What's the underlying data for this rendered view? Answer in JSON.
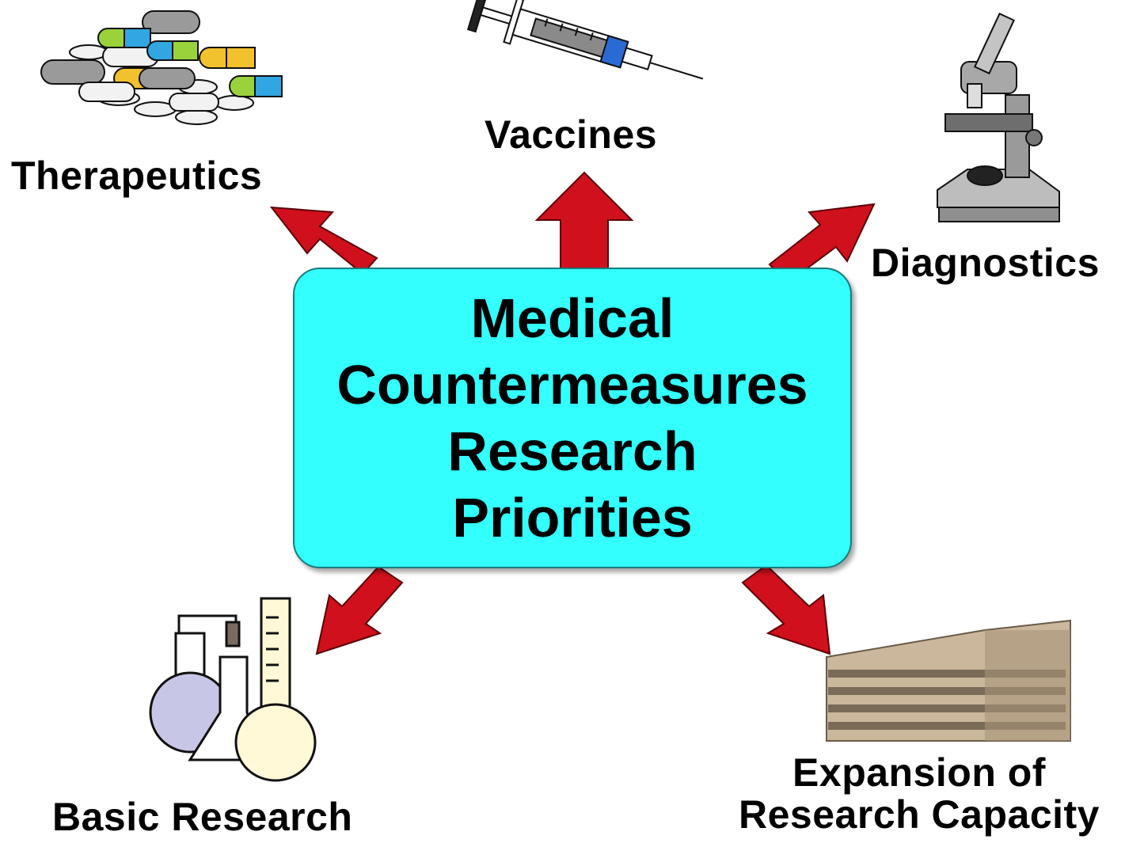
{
  "center": {
    "lines": [
      "Medical",
      "Countermeasures",
      "Research",
      "Priorities"
    ]
  },
  "nodes": {
    "therapeutics": "Therapeutics",
    "vaccines": "Vaccines",
    "diagnostics": "Diagnostics",
    "basic_research": "Basic Research",
    "expansion_line1": "Expansion of",
    "expansion_line2": "Research Capacity"
  },
  "icons": {
    "therapeutics": "pills-icon",
    "vaccines": "syringe-icon",
    "diagnostics": "microscope-icon",
    "basic_research": "lab-flasks-icon",
    "expansion": "building-icon"
  },
  "colors": {
    "center_fill": "#33ffff",
    "arrow": "#d0101c"
  }
}
